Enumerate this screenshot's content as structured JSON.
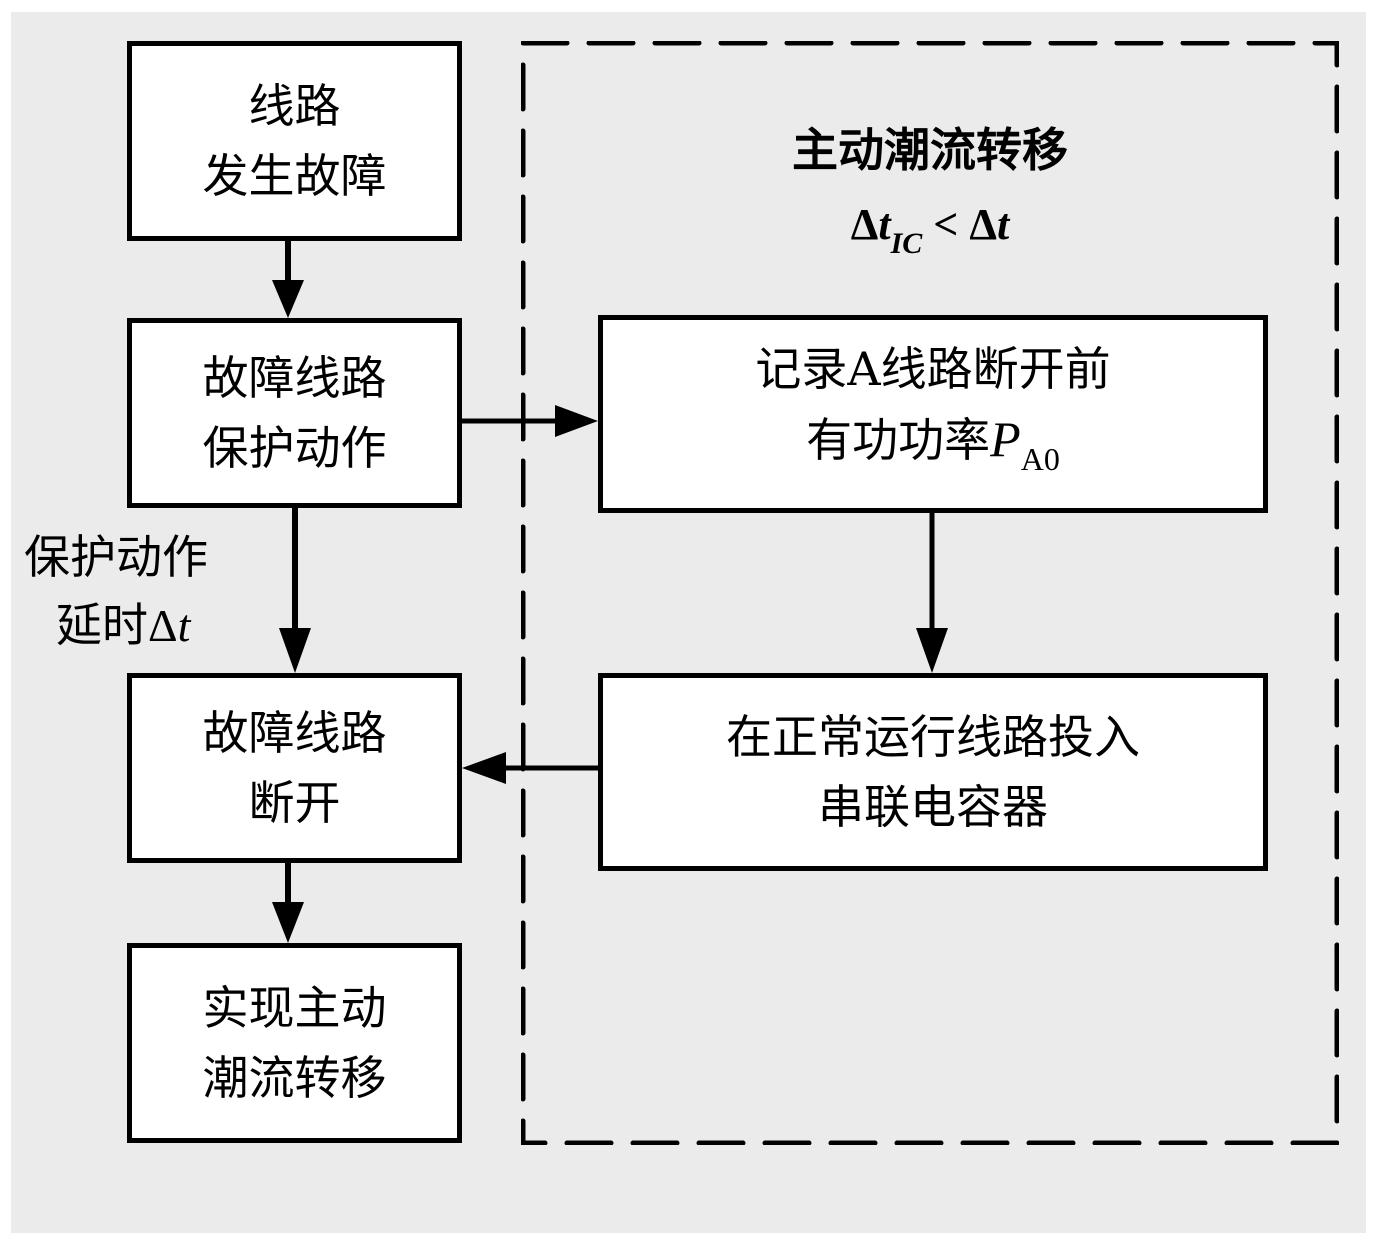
{
  "diagram": {
    "left_column": {
      "step1": {
        "line1": "线路",
        "line2": "发生故障"
      },
      "step2": {
        "line1": "故障线路",
        "line2": "保护动作"
      },
      "step3": {
        "line1": "故障线路",
        "line2": "断开"
      },
      "step4": {
        "line1": "实现主动",
        "line2": "潮流转移"
      },
      "delay_label": {
        "line1": "保护动作",
        "line2_prefix": "延时",
        "line2_symbol": "Δ",
        "line2_var": "t"
      }
    },
    "group": {
      "title": "主动潮流转移",
      "condition": {
        "delta1": "Δ",
        "var1": "t",
        "subscript": "IC",
        "operator": " < ",
        "delta2": "Δ",
        "var2": "t"
      },
      "stepA": {
        "line1": "记录A线路断开前",
        "line2_prefix": "有功功率",
        "line2_var": "P",
        "line2_sub": "A0"
      },
      "stepB": {
        "line1": "在正常运行线路投入",
        "line2": "串联电容器"
      }
    },
    "colors": {
      "background": "#ebebeb",
      "box_fill": "#ffffff",
      "stroke": "#000000"
    }
  }
}
